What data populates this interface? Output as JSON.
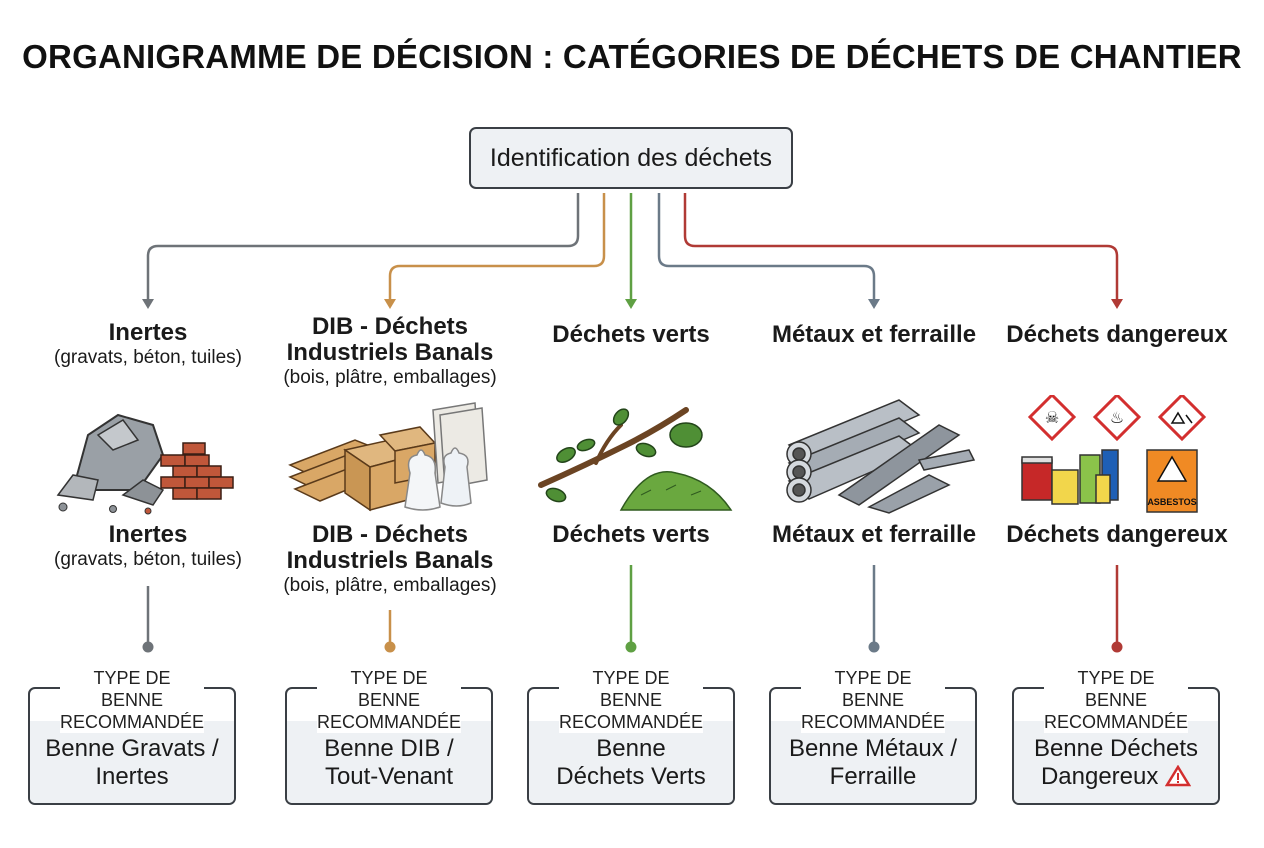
{
  "title": "ORGANIGRAMME DE DÉCISION : CATÉGORIES DE DÉCHETS DE CHANTIER",
  "root": "Identification des déchets",
  "bin_label_line1": "TYPE DE BENNE",
  "bin_label_line2": "RECOMMANDÉE",
  "colors": {
    "inertes": "#6e7378",
    "dib": "#c8904a",
    "verts": "#5fa043",
    "metaux": "#6b7a88",
    "dangereux": "#b03a35"
  },
  "categories": [
    {
      "key": "inertes",
      "name": "Inertes",
      "sub": "(gravats, béton, tuiles)",
      "icon": "rubble-bricks-icon",
      "bin_line1": "Benne Gravats /",
      "bin_line2": "Inertes"
    },
    {
      "key": "dib",
      "name": "DIB - Déchets\nIndustriels Banals",
      "sub": "(bois, plâtre, emballages)",
      "icon": "wood-boxes-plastic-icon",
      "bin_line1": "Benne DIB /",
      "bin_line2": "Tout-Venant"
    },
    {
      "key": "verts",
      "name": "Déchets verts",
      "sub": "",
      "icon": "branches-leaves-icon",
      "bin_line1": "Benne",
      "bin_line2": "Déchets Verts"
    },
    {
      "key": "metaux",
      "name": "Métaux et ferraille",
      "sub": "",
      "icon": "metal-pipes-beams-icon",
      "bin_line1": "Benne Métaux /",
      "bin_line2": "Ferraille"
    },
    {
      "key": "dangereux",
      "name": "Déchets dangereux",
      "sub": "",
      "icon": "hazard-chemicals-icon",
      "bin_line1": "Benne Déchets",
      "bin_line2": "Dangereux",
      "asbestos_label": "ASBESTOS"
    }
  ]
}
